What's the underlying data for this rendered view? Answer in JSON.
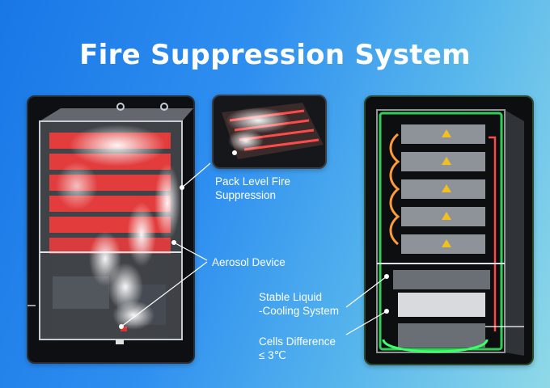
{
  "title": "Fire Suppression System",
  "labels": {
    "pack_line1": "Pack Level Fire",
    "pack_line2": "Suppression",
    "aerosol": "Aerosol Device",
    "cooling_line1": "Stable Liquid",
    "cooling_line2": "-Cooling System",
    "cells_line1": "Cells Difference",
    "cells_line2": "≤ 3℃"
  },
  "colors": {
    "background_start": "#1877e6",
    "background_end": "#8fd9e8",
    "hot_module": "#ff3b3b",
    "cool_glow": "#3dff6a",
    "hot_glow": "#ff4848",
    "callout": "#ffffff"
  }
}
